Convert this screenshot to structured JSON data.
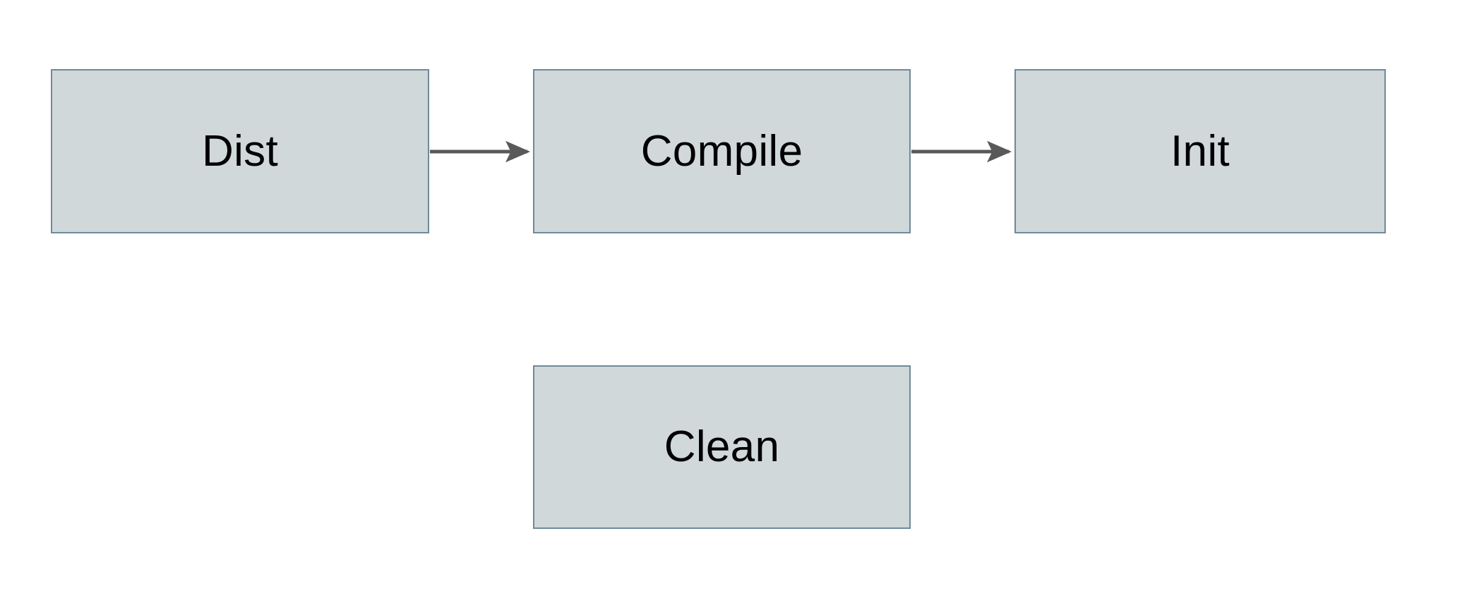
{
  "diagram": {
    "type": "flowchart",
    "background_color": "#ffffff",
    "node_fill_color": "#d0d8da",
    "node_border_color": "#6d8a99",
    "edge_color": "#595959",
    "label_color": "#000000",
    "nodes": [
      {
        "id": "dist",
        "label": "Dist"
      },
      {
        "id": "compile",
        "label": "Compile"
      },
      {
        "id": "init",
        "label": "Init"
      },
      {
        "id": "clean",
        "label": "Clean"
      }
    ],
    "edges": [
      {
        "id": "dist-to-compile",
        "from": "Dist",
        "to": "Compile",
        "arrowhead": "filled-triangle"
      },
      {
        "id": "compile-to-init",
        "from": "Compile",
        "to": "Init",
        "arrowhead": "filled-triangle"
      }
    ]
  }
}
